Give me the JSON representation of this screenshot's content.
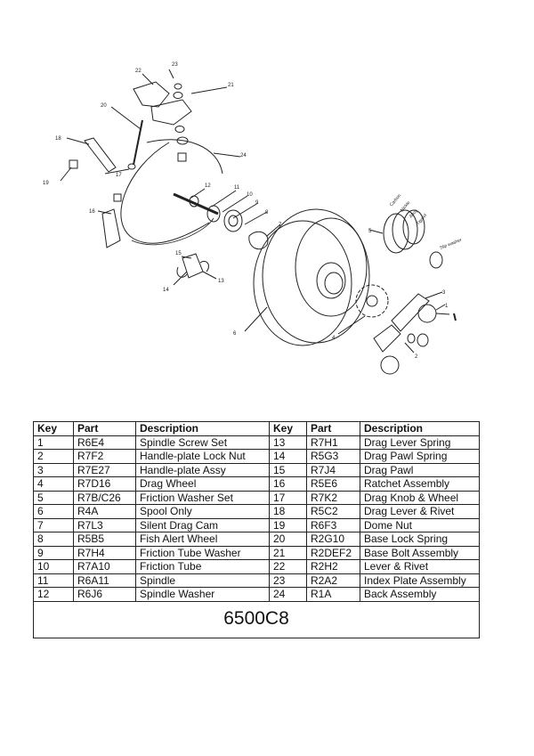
{
  "diagram": {
    "callouts": [
      "1",
      "2",
      "3",
      "4",
      "5",
      "6",
      "7",
      "8",
      "9",
      "10",
      "11",
      "12",
      "13",
      "14",
      "15",
      "16",
      "17",
      "18",
      "19",
      "20",
      "21",
      "22",
      "23",
      "24"
    ],
    "material_labels": [
      "Carbon",
      "Nickle",
      "Alloy",
      "Tigafol"
    ],
    "slip_washer_label": "Slip washer"
  },
  "table": {
    "headers": [
      "Key",
      "Part",
      "Description",
      "Key",
      "Part",
      "Description"
    ],
    "rows": [
      [
        "1",
        "R6E4",
        "Spindle Screw Set",
        "13",
        "R7H1",
        "Drag Lever Spring"
      ],
      [
        "2",
        "R7F2",
        "Handle-plate Lock Nut",
        "14",
        "R5G3",
        "Drag Pawl Spring"
      ],
      [
        "3",
        "R7E27",
        "Handle-plate Assy",
        "15",
        "R7J4",
        "Drag Pawl"
      ],
      [
        "4",
        "R7D16",
        "Drag Wheel",
        "16",
        "R5E6",
        "Ratchet Assembly"
      ],
      [
        "5",
        "R7B/C26",
        "Friction Washer Set",
        "17",
        "R7K2",
        "Drag Knob & Wheel"
      ],
      [
        "6",
        "R4A",
        "Spool Only",
        "18",
        "R5C2",
        "Drag Lever & Rivet"
      ],
      [
        "7",
        "R7L3",
        "Silent Drag Cam",
        "19",
        "R6F3",
        "Dome Nut"
      ],
      [
        "8",
        "R5B5",
        "Fish Alert Wheel",
        "20",
        "R2G10",
        "Base Lock Spring"
      ],
      [
        "9",
        "R7H4",
        "Friction Tube Washer",
        "21",
        "R2DEF2",
        "Base Bolt Assembly"
      ],
      [
        "10",
        "R7A10",
        "Friction Tube",
        "22",
        "R2H2",
        "Lever & Rivet"
      ],
      [
        "11",
        "R6A11",
        "Spindle",
        "23",
        "R2A2",
        "Index Plate Assembly"
      ],
      [
        "12",
        "R6J6",
        "Spindle Washer",
        "24",
        "R1A",
        "Back Assembly"
      ]
    ],
    "model": "6500C8"
  }
}
